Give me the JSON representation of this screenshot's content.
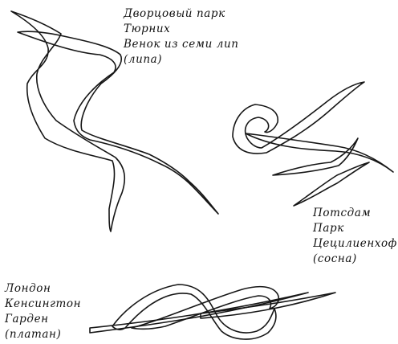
{
  "figures": [
    {
      "id": "tyurnikh",
      "caption_lines": [
        "Дворцовый парк",
        "Тюрних",
        "Венок из семи лип",
        "(липа)"
      ]
    },
    {
      "id": "potsdam",
      "caption_lines": [
        "Потсдам",
        "Парк",
        "Цецилиенхоф",
        "(сосна)"
      ]
    },
    {
      "id": "london",
      "caption_lines": [
        "Лондон",
        "Кенсингтон",
        "Гарден",
        "(платан)"
      ]
    }
  ],
  "colors": {
    "ink": "#161616",
    "background": "#ffffff"
  }
}
